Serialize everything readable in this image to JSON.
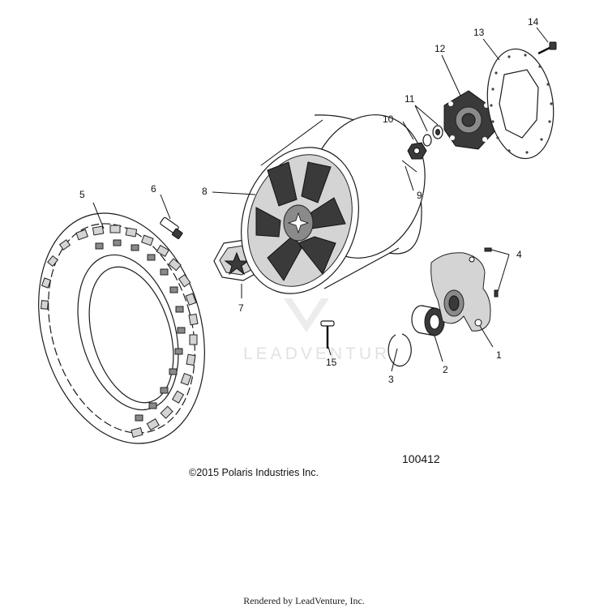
{
  "callouts": {
    "c1": "1",
    "c2": "2",
    "c3": "3",
    "c4": "4",
    "c5": "5",
    "c6": "6",
    "c7": "7",
    "c8": "8",
    "c9": "9",
    "c10": "10",
    "c11": "11",
    "c12": "12",
    "c13": "13",
    "c14": "14",
    "c15": "15"
  },
  "diagram_number": "100412",
  "copyright": "©2015 Polaris Industries Inc.",
  "watermark": "LEADVENTURE",
  "rendered_by": "Rendered by LeadVenture, Inc.",
  "colors": {
    "line": "#111111",
    "dark_fill": "#3a3a3a",
    "watermark": "#e2e2e2"
  }
}
